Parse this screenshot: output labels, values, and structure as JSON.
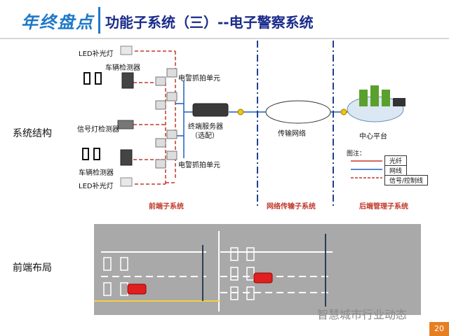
{
  "header": {
    "brand": "年终盘点",
    "title": "功能子系统（三）--电子警察系统"
  },
  "sections": {
    "structure": "系统结构",
    "layout": "前端布局"
  },
  "diagram": {
    "led_top": "LED补光灯",
    "detector_top": "车辆检测器",
    "signal_detector": "信号灯检测器",
    "detector_bottom": "车辆检测器",
    "led_bottom": "LED补光灯",
    "capture_top": "电警抓拍单元",
    "capture_bottom": "电警抓拍单元",
    "server": "终端服务器",
    "server_sub": "（选配）",
    "network": "传输网络",
    "center": "中心平台",
    "front_sub": "前端子系统",
    "net_sub": "网络传输子系统",
    "back_sub": "后端管理子系统"
  },
  "legend": {
    "title": "图注：",
    "items": [
      {
        "label": "光纤",
        "color": "#c0392b"
      },
      {
        "label": "网线",
        "color": "#1f5fbf"
      },
      {
        "label": "信号/控制线",
        "color": "#c0392b"
      }
    ]
  },
  "footer": {
    "watermark": "智慧城市行业动态",
    "page": "20"
  },
  "colors": {
    "brand": "#1e78c8",
    "title": "#1a2b8a",
    "red_line": "#c0392b",
    "blue_line": "#1f5fbf",
    "accent": "#e67e22"
  }
}
